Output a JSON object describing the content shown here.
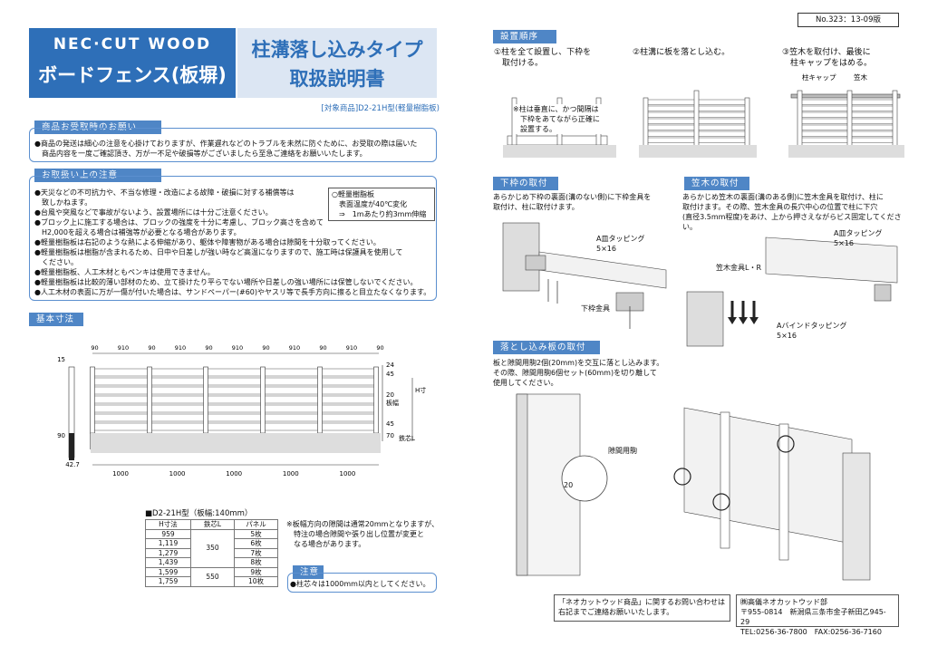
{
  "doc_no": "No.323：13-09版",
  "logo": {
    "brand": "NEC·CUT WOOD",
    "product": "ボードフェンス(板塀)"
  },
  "title": {
    "line1": "柱溝落し込みタイプ",
    "line2": "取扱説明書"
  },
  "target": "[対象商品]D2-21H型(軽量樹脂板)",
  "receipt": {
    "heading": "商品お受取時のお願い",
    "text": "●商品の発送は細心の注意を心掛けておりますが、作業遅れなどのトラブルを未然に防ぐために、お受取の際は届いた\n　商品内容を一度ご確認頂き、万が一不足や破損等がございましたら至急ご連絡をお願いいたします。"
  },
  "caution": {
    "heading": "お取扱い上の注意",
    "items": [
      "●天災などの不可抗力や、不当な修理・改造による故障・破損に対する補償等は\n　致しかねます。",
      "●台風や突風などで事故がないよう、設置場所には十分ご注意ください。",
      "●ブロック上に施工する場合は、ブロックの強度を十分に考慮し、ブロック高さを含めて\n　H2,000を超える場合は補強等が必要となる場合があります。",
      "●軽量樹脂板は右記のような熱による伸縮があり、躯体や障害物がある場合は隙間を十分取ってください。",
      "●軽量樹脂板は樹脂が含まれるため、日中や日差しが強い時など高温になりますので、施工時は保護具を使用して\n　ください。",
      "●軽量樹脂板、人工木材ともペンキは使用できません。",
      "●軽量樹脂板は比較的薄い部材のため、立て掛けたり平らでない場所や日差しの強い場所には保管しないでください。",
      "●人工木材の表面に万が一傷が付いた場合は、サンドペーパー(#60)やヤスリ等で長手方向に擦ると目立たなくなります。"
    ],
    "note": "○軽量樹脂板\n　表面温度が40℃変化\n　⇒　1mあたり約3mm伸縮"
  },
  "dims": {
    "heading": "基本寸法",
    "top": [
      "90",
      "910",
      "90",
      "910",
      "90",
      "910",
      "90",
      "910",
      "90",
      "910",
      "90"
    ],
    "bottom": [
      "1000",
      "1000",
      "1000",
      "1000",
      "1000"
    ],
    "left": [
      "15",
      "90",
      "42.7"
    ],
    "right": [
      "24",
      "45",
      "20",
      "45",
      "70"
    ],
    "labels": {
      "h": "H寸法",
      "board": "板幅",
      "core": "鉄芯L"
    }
  },
  "spec": {
    "title": "■D2-21H型（板幅:140mm）",
    "headers": [
      "H寸法",
      "鉄芯L",
      "パネル"
    ],
    "rows": [
      [
        "959",
        "",
        "5枚"
      ],
      [
        "1,119",
        "350",
        "6枚"
      ],
      [
        "1,279",
        "",
        "7枚"
      ],
      [
        "1,439",
        "",
        "8枚"
      ],
      [
        "1,599",
        "550",
        "9枚"
      ],
      [
        "1,759",
        "",
        "10枚"
      ]
    ],
    "note": "※板幅方向の隙間は通常20mmとなりますが、\n　特注の場合隙間や張り出し位置が変更と\n　なる場合があります。"
  },
  "attention": {
    "heading": "注意",
    "text": "●柱芯々は1000mm以内としてください。"
  },
  "order": {
    "heading": "設置順序",
    "s1": "①柱を全て設置し、下枠を\n　取付ける。",
    "s2": "②柱溝に板を落とし込む。",
    "s3": "③笠木を取付け、最後に\n　柱キャップをはめる。",
    "note": "※柱は垂直に、かつ間隔は\n　下枠をあてながら正確に\n　設置する。",
    "cap": "柱キャップ",
    "kasagi": "笠木"
  },
  "lower": {
    "heading": "下枠の取付",
    "text": "あらかじめ下枠の裏面(溝のない側)に下枠金具を\n取付け、柱に取付けます。",
    "screw": "A皿タッピング\n5×16",
    "bracket": "下枠金具"
  },
  "kasagi": {
    "heading": "笠木の取付",
    "text": "あらかじめ笠木の裏面(溝のある側)に笠木金具を取付け、柱に\n取付けます。その際、笠木金具の長穴中心の位置で柱に下穴\n(直径3.5mm程度)をあけ、上から押さえながらビス固定してください。",
    "screw1": "A皿タッピング\n5×16",
    "bracket": "笠木金具L・R",
    "screw2": "Aバインドタッピング\n5×16"
  },
  "drop": {
    "heading": "落とし込み板の取付",
    "text": "板と隙間用駒2個(20mm)を交互に落とし込みます。\nその際、隙間用駒6個セット(60mm)を切り離して\n使用してください。",
    "koma": "隙間用駒",
    "dim": "20"
  },
  "contact": {
    "text": "「ネオカットウッド商品」に関するお問い合わせは\n右記までご連絡お願いいたします。",
    "company": "㈱高儀ネオカットウッド部\n〒955-0814　新潟県三条市金子新田乙945-29\nTEL:0256-36-7800　FAX:0256-36-7160"
  }
}
